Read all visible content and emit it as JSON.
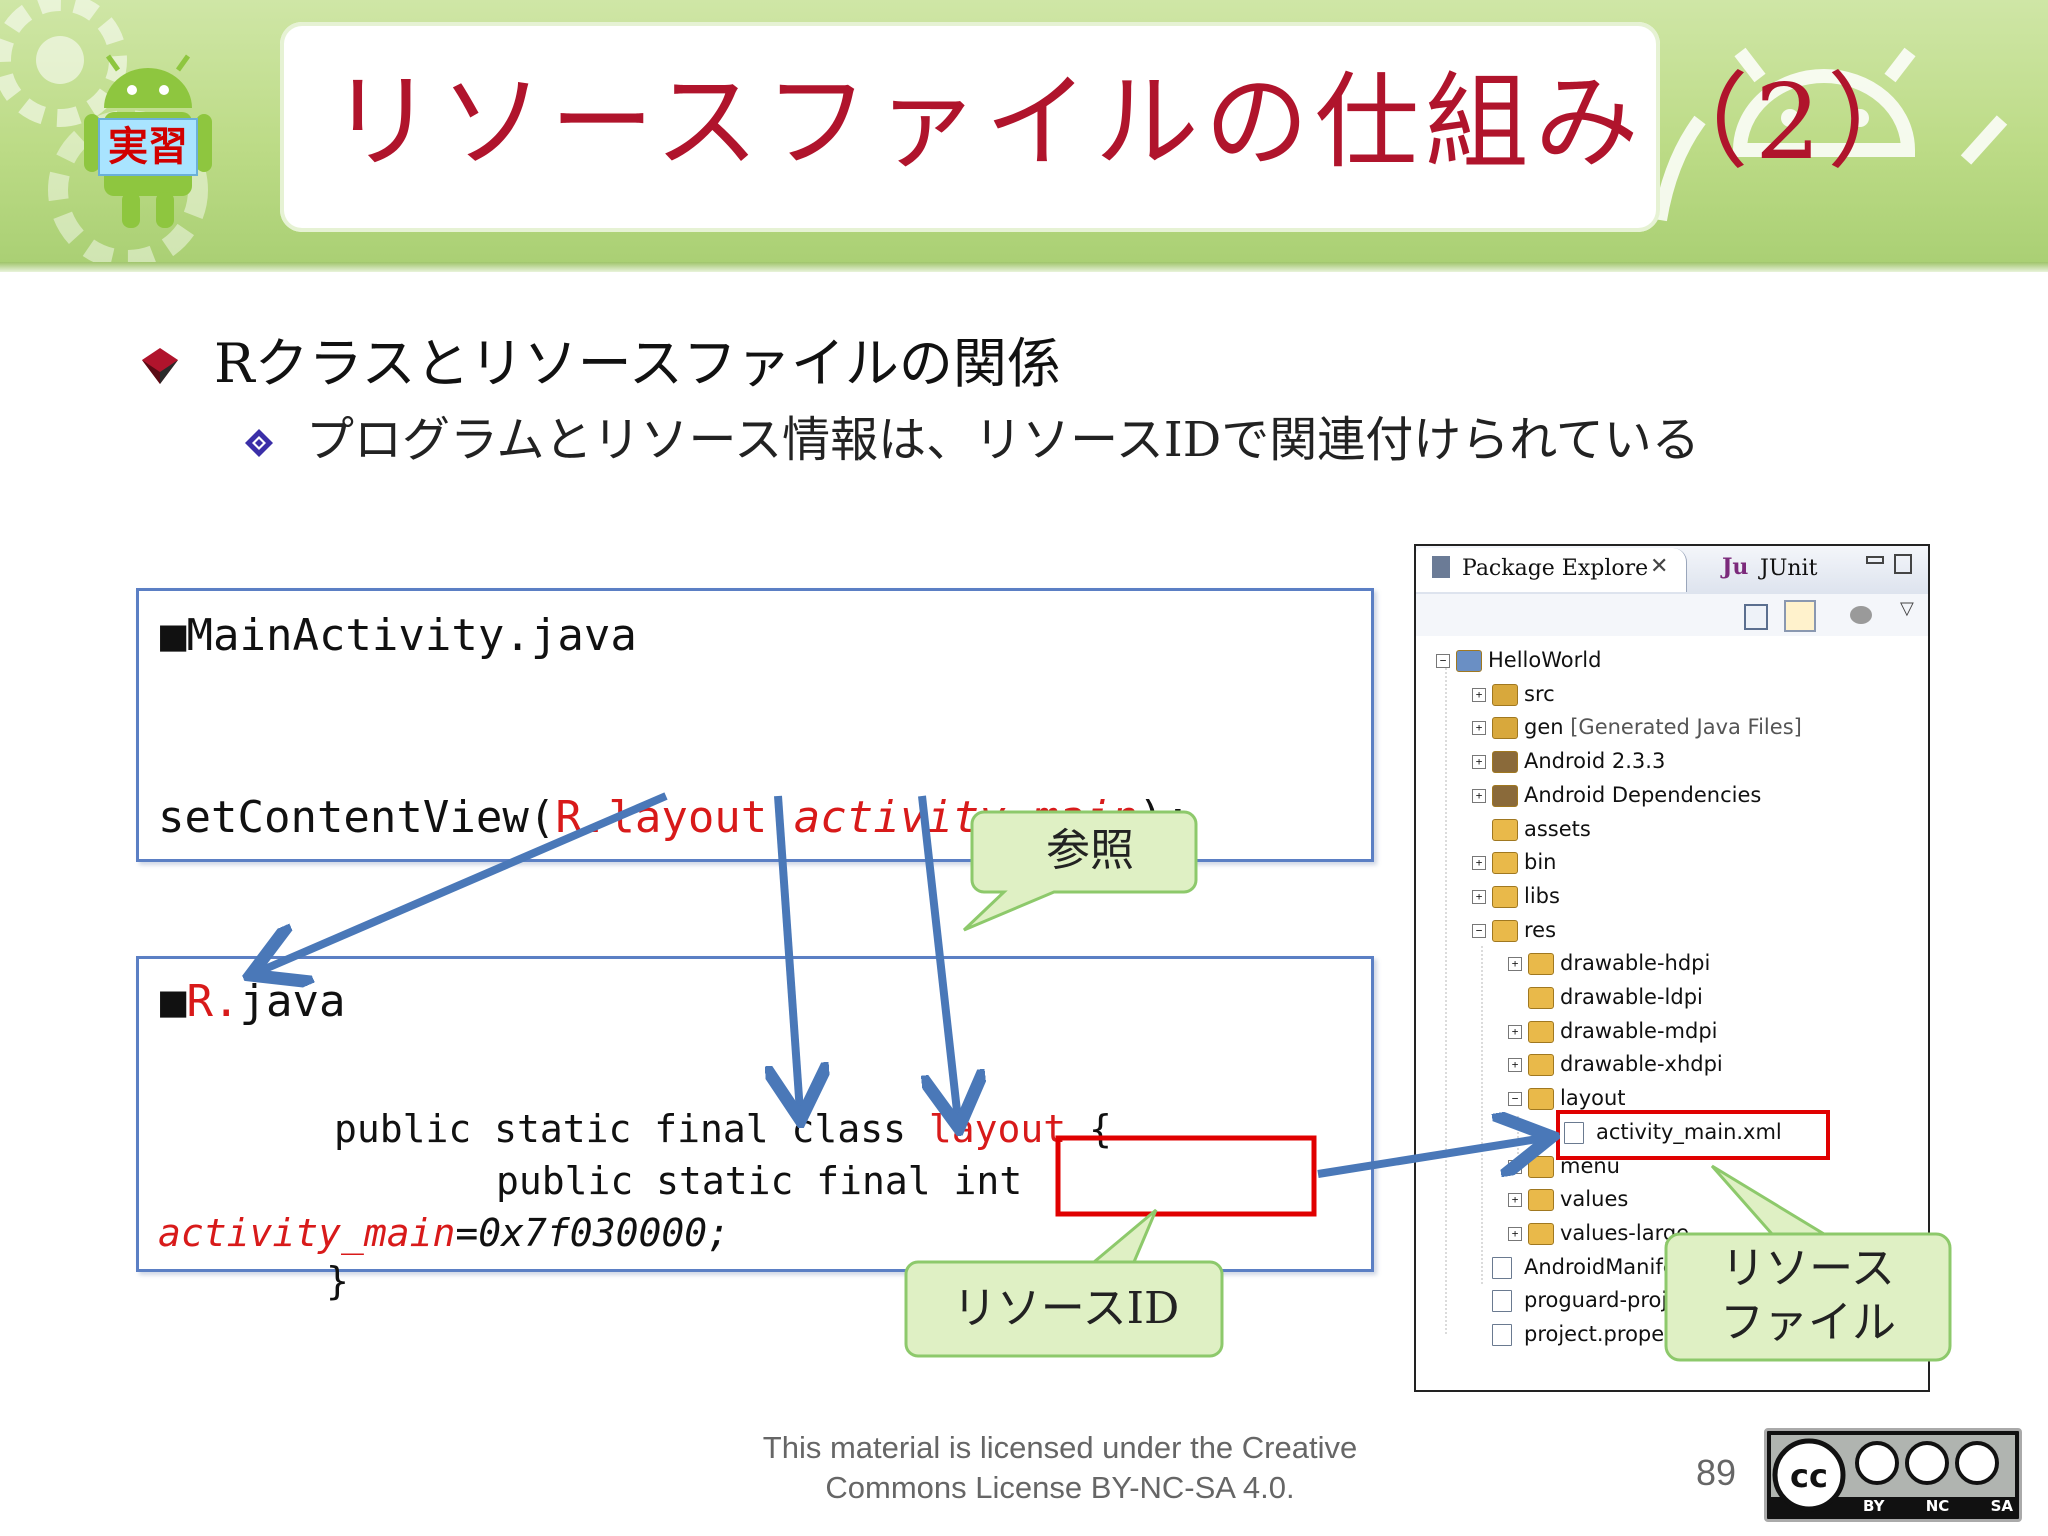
{
  "slide": {
    "title": "リソースファイルの仕組み（2）",
    "badge": "実習"
  },
  "bullets": {
    "level1": "Rクラスとリソースファイルの関係",
    "level2": "プログラムとリソース情報は、リソースIDで関連付けられている"
  },
  "main_box": {
    "title": "■MainActivity.java",
    "code_prefix": "setContentView(",
    "code_r": "R.",
    "code_layout": "layout.",
    "code_activity": "activity_main",
    "code_suffix": ");"
  },
  "r_box": {
    "title_mark": "■",
    "title_r": "R.",
    "title_java": "java",
    "line1_prefix": "public static final class ",
    "line1_layout": "layout",
    "line1_suffix": " {",
    "line2": "public static final int",
    "line3_name": "activity_main",
    "line3_value": "=0x7f030000;",
    "line4": "}"
  },
  "callouts": {
    "reference": "参照",
    "resource_id": "リソースID",
    "resource_file_line1": "リソース",
    "resource_file_line2": "ファイル"
  },
  "explorer": {
    "tab_active": "Package Explore",
    "tab_inactive": "JUnit",
    "tree": [
      {
        "label": "HelloWorld",
        "level": 0,
        "expander": "minus",
        "icon": "project-icon"
      },
      {
        "label": "src",
        "level": 1,
        "expander": "plus",
        "icon": "source-folder-icon"
      },
      {
        "label": "gen",
        "extra": "[Generated Java Files]",
        "level": 1,
        "expander": "plus",
        "icon": "source-folder-icon"
      },
      {
        "label": "Android 2.3.3",
        "level": 1,
        "expander": "plus",
        "icon": "library-icon"
      },
      {
        "label": "Android Dependencies",
        "level": 1,
        "expander": "plus",
        "icon": "library-icon"
      },
      {
        "label": "assets",
        "level": 1,
        "expander": "none",
        "icon": "folder-icon"
      },
      {
        "label": "bin",
        "level": 1,
        "expander": "plus",
        "icon": "folder-icon"
      },
      {
        "label": "libs",
        "level": 1,
        "expander": "plus",
        "icon": "folder-icon"
      },
      {
        "label": "res",
        "level": 1,
        "expander": "minus",
        "icon": "folder-icon"
      },
      {
        "label": "drawable-hdpi",
        "level": 2,
        "expander": "plus",
        "icon": "folder-icon"
      },
      {
        "label": "drawable-ldpi",
        "level": 2,
        "expander": "none",
        "icon": "folder-icon"
      },
      {
        "label": "drawable-mdpi",
        "level": 2,
        "expander": "plus",
        "icon": "folder-icon"
      },
      {
        "label": "drawable-xhdpi",
        "level": 2,
        "expander": "plus",
        "icon": "folder-icon"
      },
      {
        "label": "layout",
        "level": 2,
        "expander": "minus",
        "icon": "folder-icon"
      },
      {
        "label": "activity_main.xml",
        "level": 3,
        "expander": "none",
        "icon": "xml-file-icon"
      },
      {
        "label": "menu",
        "level": 2,
        "expander": "plus",
        "icon": "folder-icon"
      },
      {
        "label": "values",
        "level": 2,
        "expander": "plus",
        "icon": "folder-icon"
      },
      {
        "label": "values-large",
        "level": 2,
        "expander": "plus",
        "icon": "folder-icon"
      },
      {
        "label": "AndroidManifest.xml",
        "level": 1,
        "expander": "none",
        "icon": "xml-file-icon"
      },
      {
        "label": "proguard-project.txt",
        "level": 1,
        "expander": "none",
        "icon": "text-file-icon"
      },
      {
        "label": "project.properties",
        "level": 1,
        "expander": "none",
        "icon": "text-file-icon"
      }
    ]
  },
  "footer": {
    "license_line1": "This material is licensed under the Creative",
    "license_line2": "Commons License BY-NC-SA 4.0.",
    "page_number": "89",
    "cc_labels": [
      "BY",
      "NC",
      "SA"
    ]
  },
  "colors": {
    "title_red": "#b0142c",
    "code_red": "#d81a1a",
    "arrow_blue": "#4a78b8",
    "callout_green": "#dff0c4",
    "highlight_red": "#e00000"
  }
}
